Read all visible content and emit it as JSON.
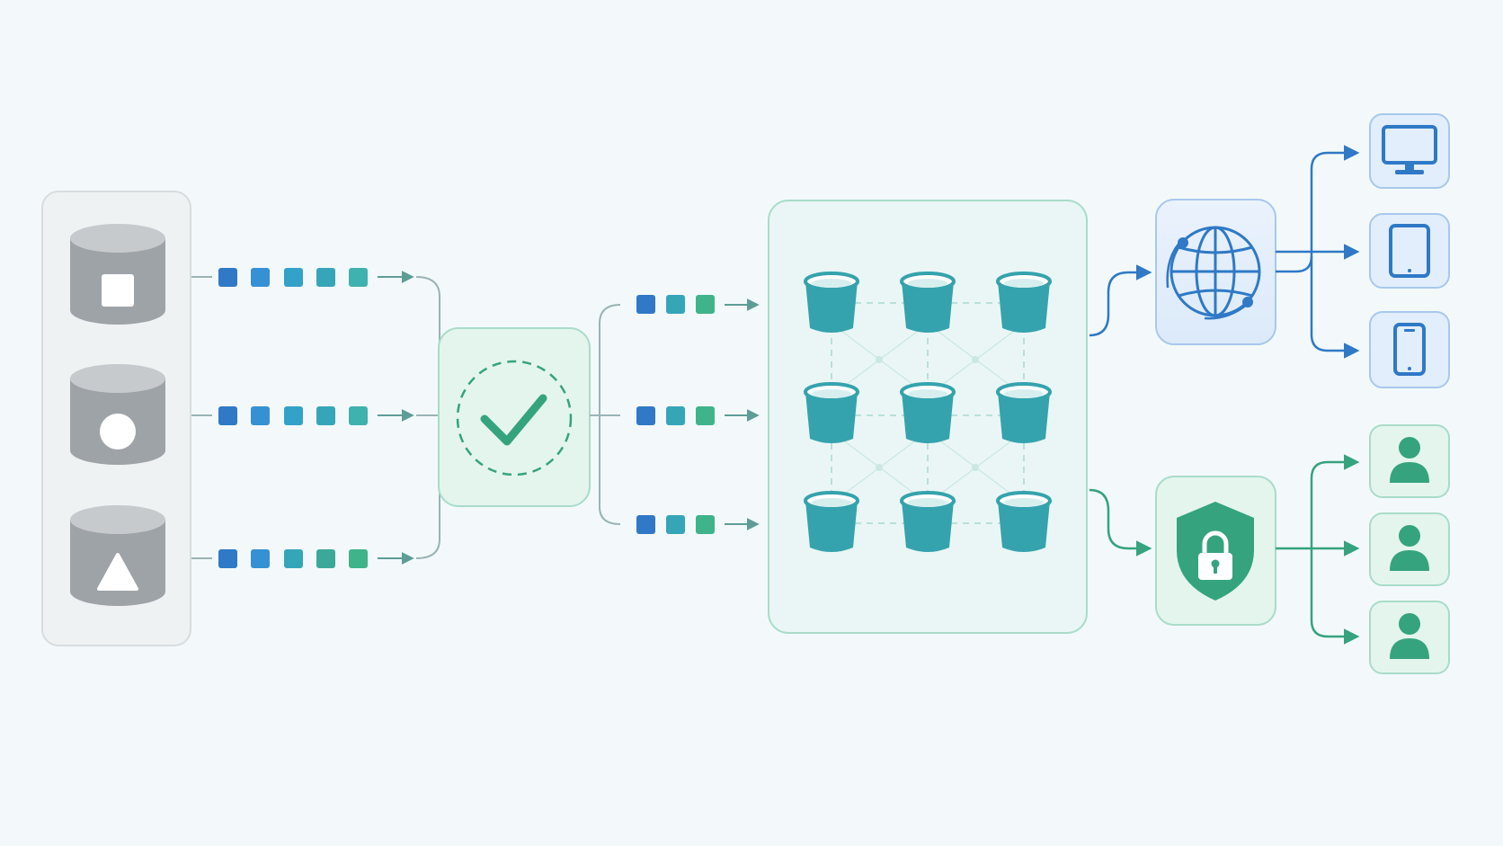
{
  "colors": {
    "background": "#f3f9fa",
    "source_gray": "#9ea3a8",
    "source_gray_top": "#c6cacd",
    "blue": "#2f79c6",
    "teal": "#34a3ad",
    "green": "#35a37e",
    "connector": "#9ab3b6",
    "panel_green_border": "#a9dcc9",
    "panel_green_fill": "#e4f5ee",
    "panel_blue_border": "#a8c8ec",
    "panel_blue_fill": "#e2eefb"
  },
  "sources": [
    {
      "name": "source-db-square",
      "icon": "square-icon"
    },
    {
      "name": "source-db-circle",
      "icon": "circle-icon"
    },
    {
      "name": "source-db-triangle",
      "icon": "triangle-icon"
    }
  ],
  "validation": {
    "icon": "check-icon"
  },
  "storage": {
    "rows": 3,
    "cols": 3,
    "icon": "bucket-icon"
  },
  "gateways": [
    {
      "name": "web-gateway",
      "icon": "globe-icon"
    },
    {
      "name": "security-gateway",
      "icon": "shield-lock-icon"
    }
  ],
  "devices": [
    {
      "name": "desktop-device",
      "icon": "monitor-icon"
    },
    {
      "name": "tablet-device",
      "icon": "tablet-icon"
    },
    {
      "name": "phone-device",
      "icon": "phone-icon"
    }
  ],
  "users": [
    {
      "name": "user-1",
      "icon": "user-icon"
    },
    {
      "name": "user-2",
      "icon": "user-icon"
    },
    {
      "name": "user-3",
      "icon": "user-icon"
    }
  ]
}
